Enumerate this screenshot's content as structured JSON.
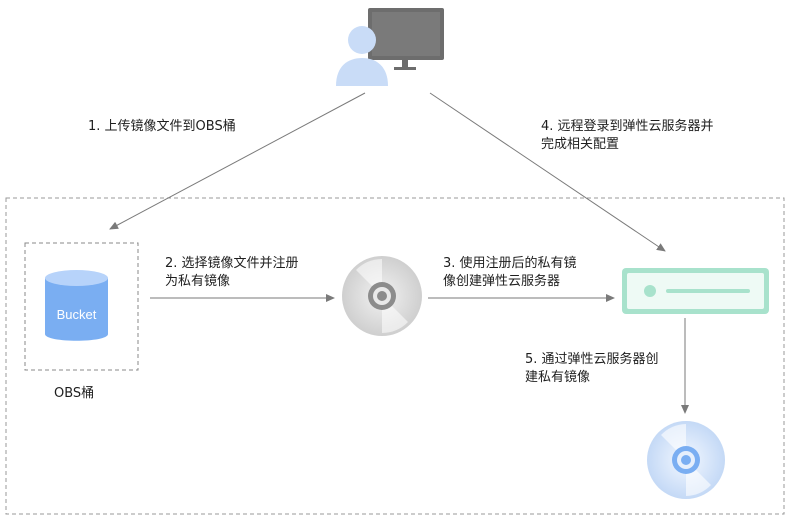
{
  "bucket": {
    "icon_text": "Bucket",
    "caption": "OBS桶"
  },
  "steps": {
    "s1": {
      "line1": "1. 上传镜像文件到OBS桶"
    },
    "s2": {
      "line1": "2. 选择镜像文件并注册",
      "line2": "为私有镜像"
    },
    "s3": {
      "line1": "3. 使用注册后的私有镜",
      "line2": "像创建弹性云服务器"
    },
    "s4": {
      "line1": "4. 远程登录到弹性云服务器并",
      "line2": "完成相关配置"
    },
    "s5": {
      "line1": "5. 通过弹性云服务器创",
      "line2": "建私有镜像"
    }
  },
  "colors": {
    "arrow": "#7a7a7a",
    "frame": "#999999",
    "user_blue": "#c9dcf7",
    "monitor": "#6d6d6d",
    "bucket_blue": "#7aaef2",
    "server_green": "#a8e2cc",
    "disc_gray": "#d6d6d6",
    "disc_blue": "#cfe0f8"
  },
  "icons": {
    "user": "user-at-computer-icon",
    "bucket": "storage-bucket-icon",
    "image_disc": "image-disc-icon",
    "server": "server-icon",
    "private_image_disc": "private-image-disc-icon"
  }
}
